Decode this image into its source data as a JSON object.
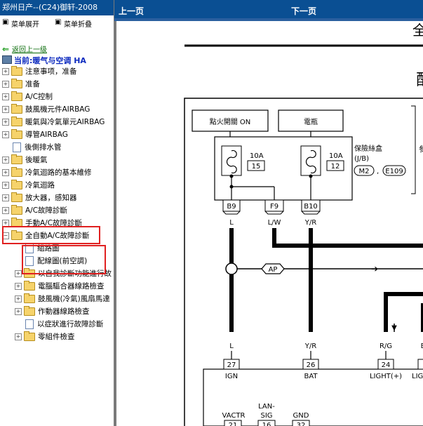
{
  "window": {
    "title": "郑州日产--(C24)御轩-2008"
  },
  "menu": {
    "expand": "菜单展开",
    "collapse": "菜单折叠"
  },
  "nav": {
    "back_link": "返回上一级",
    "current": "当前:暖气与空调 HA"
  },
  "tree": {
    "items": [
      {
        "label": "注意事项，准备",
        "type": "folder"
      },
      {
        "label": "准备",
        "type": "folder"
      },
      {
        "label": "A/C控制",
        "type": "folder"
      },
      {
        "label": "鼓風機元件AIRBAG",
        "type": "folder"
      },
      {
        "label": "暖氣與冷氣單元AIRBAG",
        "type": "folder"
      },
      {
        "label": "導管AIRBAG",
        "type": "folder"
      },
      {
        "label": "後側排水管",
        "type": "doc"
      },
      {
        "label": "後暖氣",
        "type": "folder"
      },
      {
        "label": "冷氣迴路的基本維修",
        "type": "folder"
      },
      {
        "label": "冷氣迴路",
        "type": "folder"
      },
      {
        "label": "放大器，感知器",
        "type": "folder"
      },
      {
        "label": "A/C故障診斷",
        "type": "folder"
      },
      {
        "label": "手動A/C故障診斷",
        "type": "folder"
      },
      {
        "label": "全自動A/C故障診斷",
        "type": "folder-open"
      },
      {
        "label": "組路圖",
        "type": "doc",
        "indent": 1
      },
      {
        "label": "配線圖(前空調)",
        "type": "doc",
        "indent": 1
      },
      {
        "label": "以自我診斷功能進行故",
        "type": "folder",
        "indent": 1
      },
      {
        "label": "電腦驅合器線路檢查",
        "type": "folder",
        "indent": 1
      },
      {
        "label": "鼓風機(冷氣)風扇馬達",
        "type": "folder",
        "indent": 1
      },
      {
        "label": "作動器線路檢查",
        "type": "folder",
        "indent": 1
      },
      {
        "label": "以症狀進行故障診斷",
        "type": "doc",
        "indent": 1
      },
      {
        "label": "零組件檢查",
        "type": "folder",
        "indent": 1
      }
    ]
  },
  "toolbar": {
    "prev": "上一页",
    "next": "下一页"
  },
  "diagram": {
    "title_char": "全",
    "subtitle_char": "配",
    "ignition": "點火開關 ON",
    "battery": "電瓶",
    "fuse1_rating": "10A",
    "fuse1_num": "15",
    "fuse2_rating": "10A",
    "fuse2_num": "12",
    "fuse_box": "保險絲盒",
    "jb": "(J/B)",
    "m2": "M2",
    "comma": ",",
    "e109": "E109",
    "conn_b9": "B9",
    "conn_f9": "F9",
    "conn_b10": "B10",
    "wire_l": "L",
    "wire_lw": "L/W",
    "wire_yr": "Y/R",
    "ap": "AP",
    "wire_l2": "L",
    "wire_yr2": "Y/R",
    "wire_rg": "R/G",
    "wire_b": "B",
    "pin27": "27",
    "pin26": "26",
    "pin24": "24",
    "pin_ign": "IGN",
    "pin_bat": "BAT",
    "pin_light": "LIGHT(+)",
    "pin_ligh2": "LIGH",
    "vactr": "VACTR",
    "lan": "LAN-",
    "sig": "SIG",
    "gnd": "GND",
    "pin21": "21",
    "pin16": "16",
    "pin32": "32",
    "side_char": "參"
  }
}
